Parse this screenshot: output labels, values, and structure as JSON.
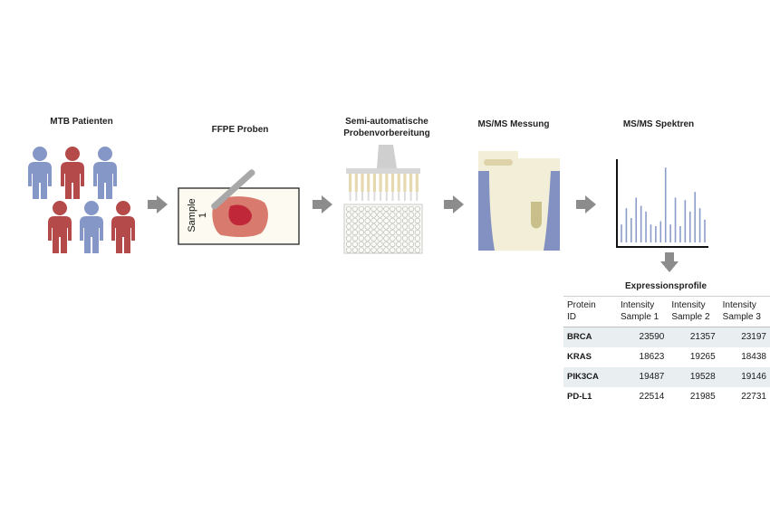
{
  "steps": [
    {
      "id": "patients",
      "label_lines": [
        "MTB Patienten"
      ]
    },
    {
      "id": "ffpe",
      "label_lines": [
        "FFPE Proben"
      ],
      "slide_text_lines": [
        "Sample",
        "1"
      ]
    },
    {
      "id": "prep",
      "label_lines": [
        "Semi-automatische",
        "Probenvorbereitung"
      ]
    },
    {
      "id": "msms",
      "label_lines": [
        "MS/MS Messung"
      ]
    },
    {
      "id": "spectra",
      "label_lines": [
        "MS/MS Spektren"
      ]
    }
  ],
  "expression": {
    "title": "Expressionsprofile",
    "headers": [
      [
        "Protein",
        "ID"
      ],
      [
        "Intensity",
        "Sample 1"
      ],
      [
        "Intensity",
        "Sample 2"
      ],
      [
        "Intensity",
        "Sample 3"
      ]
    ],
    "rows": [
      {
        "protein": "BRCA",
        "values": [
          "23590",
          "21357",
          "23197"
        ]
      },
      {
        "protein": "KRAS",
        "values": [
          "18623",
          "19265",
          "18438"
        ]
      },
      {
        "protein": "PIK3CA",
        "values": [
          "19487",
          "19528",
          "19146"
        ]
      },
      {
        "protein": "PD-L1",
        "values": [
          "22514",
          "21985",
          "22731"
        ]
      }
    ]
  },
  "colors": {
    "patient_blue": "#8497c6",
    "patient_red": "#b54a4a",
    "arrow": "#8c8c8c",
    "tissue": "#d97a6e",
    "tumor": "#c0283a",
    "spectrum_peak": "#8a9cc9",
    "column_blue": "#8291c2",
    "cream": "#f5f0dc"
  },
  "patients": [
    {
      "color": "blue"
    },
    {
      "color": "red"
    },
    {
      "color": "blue"
    },
    {
      "color": "red"
    },
    {
      "color": "blue"
    },
    {
      "color": "red"
    }
  ],
  "spectrum_peaks": [
    0.22,
    0.42,
    0.3,
    0.55,
    0.45,
    0.38,
    0.22,
    0.2,
    0.26,
    0.92,
    0.22,
    0.55,
    0.2,
    0.52,
    0.38,
    0.62,
    0.42,
    0.28
  ]
}
